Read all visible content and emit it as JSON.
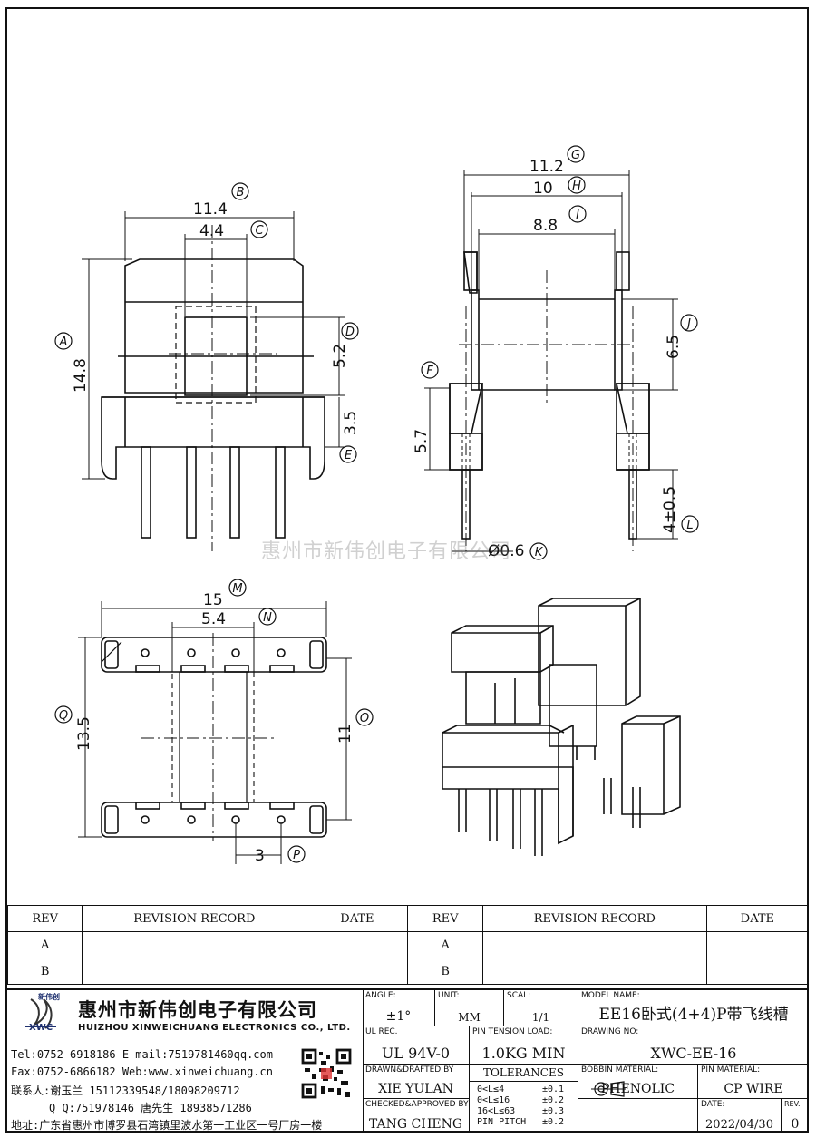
{
  "watermark": "惠州市新伟创电子有限公司",
  "dims": {
    "B": "11.4",
    "C": "4.4",
    "D": "5.2",
    "A": "14.8",
    "E": "3.5",
    "G": "11.2",
    "H": "10",
    "I": "8.8",
    "J": "6.5",
    "F": "5.7",
    "L": "4±0.5",
    "K": "Ø0.6",
    "M": "15",
    "N": "5.4",
    "Q": "13.5",
    "O": "11",
    "P": "3"
  },
  "revision": {
    "headers": [
      "REV",
      "REVISION RECORD",
      "DATE",
      "REV",
      "REVISION RECORD",
      "DATE"
    ],
    "rows": [
      [
        "A",
        "",
        "",
        "A",
        "",
        ""
      ],
      [
        "B",
        "",
        "",
        "B",
        "",
        ""
      ]
    ]
  },
  "company": {
    "logo_text": "XWC",
    "logo_brand": "新伟创",
    "name_cn": "惠州市新伟创电子有限公司",
    "name_en": "HUIZHOU XINWEICHUANG ELECTRONICS CO., LTD.",
    "tel": "Tel:0752-6918186 E-mail:7519781460qq.com",
    "fax": "Fax:0752-6866182 Web:www.xinweichuang.cn",
    "contact": "联系人:谢玉兰 15112339548/18098209712",
    "qq": "Q Q:751978146    唐先生 18938571286",
    "address": "地址:广东省惠州市博罗县石湾镇里波水第一工业区一号厂房一楼"
  },
  "title_block": {
    "angle_label": "ANGLE:",
    "angle": "±1°",
    "unit_label": "UNIT:",
    "unit": "MM",
    "scale_label": "SCAL:",
    "scale": "1/1",
    "model_label": "MODEL NAME:",
    "model": "EE16卧式(4+4)P带飞线槽",
    "ul_label": "UL REC.",
    "ul": "UL 94V-0",
    "tension_label": "PIN TENSION LOAD:",
    "tension": "1.0KG MIN",
    "drawing_label": "DRAWING NO:",
    "drawing": "XWC-EE-16",
    "drawn_label": "DRAWN&DRAFTED BY",
    "drawn": "XIE YULAN",
    "tol_label": "TOLERANCES",
    "tol_rows": [
      [
        "0<L≤4",
        "±0.1"
      ],
      [
        "0<L≤16",
        "±0.2"
      ],
      [
        "16<L≤63",
        "±0.3"
      ],
      [
        "PIN PITCH",
        "±0.2"
      ]
    ],
    "bobbin_label": "BOBBIN MATERIAL:",
    "bobbin": "PHENOLIC",
    "pin_label": "PIN MATERIAL:",
    "pin": "CP WIRE",
    "checked_label": "CHECKED&APPROVED BY",
    "checked": "TANG CHENG",
    "date_label": "DATE:",
    "date": "2022/04/30",
    "rev_label": "REV.",
    "rev": "0"
  }
}
